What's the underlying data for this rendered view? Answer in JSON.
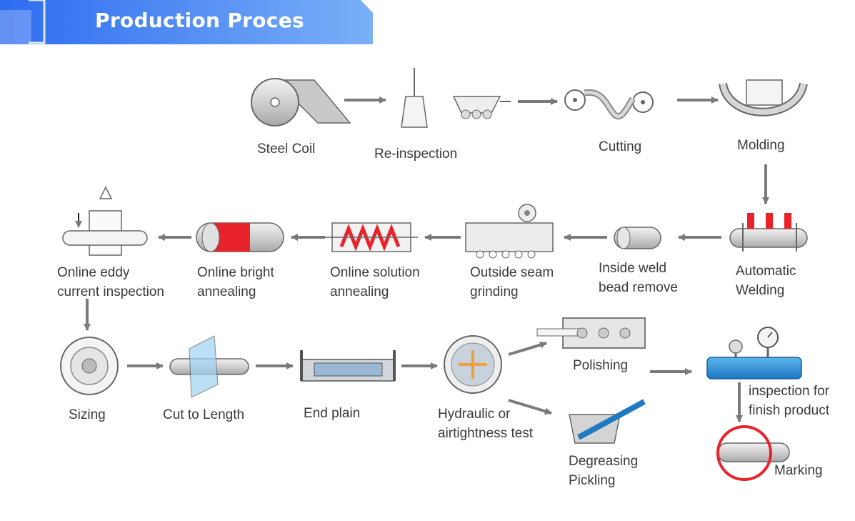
{
  "header": {
    "title": "Production Proces"
  },
  "colors": {
    "banner_start": "#2d6cf0",
    "banner_end": "#7ab0f7",
    "arrow": "#7a7a7a",
    "accent_red": "#e8232a",
    "accent_blue": "#2b8fd6"
  },
  "steps": {
    "steel_coil": "Steel Coil",
    "re_inspection": "Re-inspection",
    "cutting": "Cutting",
    "molding": "Molding",
    "automatic_welding_1": "Automatic",
    "automatic_welding_2": "Welding",
    "inside_weld_1": "Inside weld",
    "inside_weld_2": "bead remove",
    "outside_seam_1": "Outside seam",
    "outside_seam_2": "grinding",
    "online_solution_1": "Online solution",
    "online_solution_2": "annealing",
    "online_bright_1": "Online bright",
    "online_bright_2": "annealing",
    "online_eddy_1": "Online eddy",
    "online_eddy_2": "current inspection",
    "sizing": "Sizing",
    "cut_to_length": "Cut to Length",
    "end_plain": "End plain",
    "hydraulic_1": "Hydraulic or",
    "hydraulic_2": "airtightness test",
    "polishing": "Polishing",
    "degreasing_1": "Degreasing",
    "degreasing_2": "Pickling",
    "finish_inspection_1": "inspection for",
    "finish_inspection_2": "finish product",
    "marking": "Marking"
  }
}
